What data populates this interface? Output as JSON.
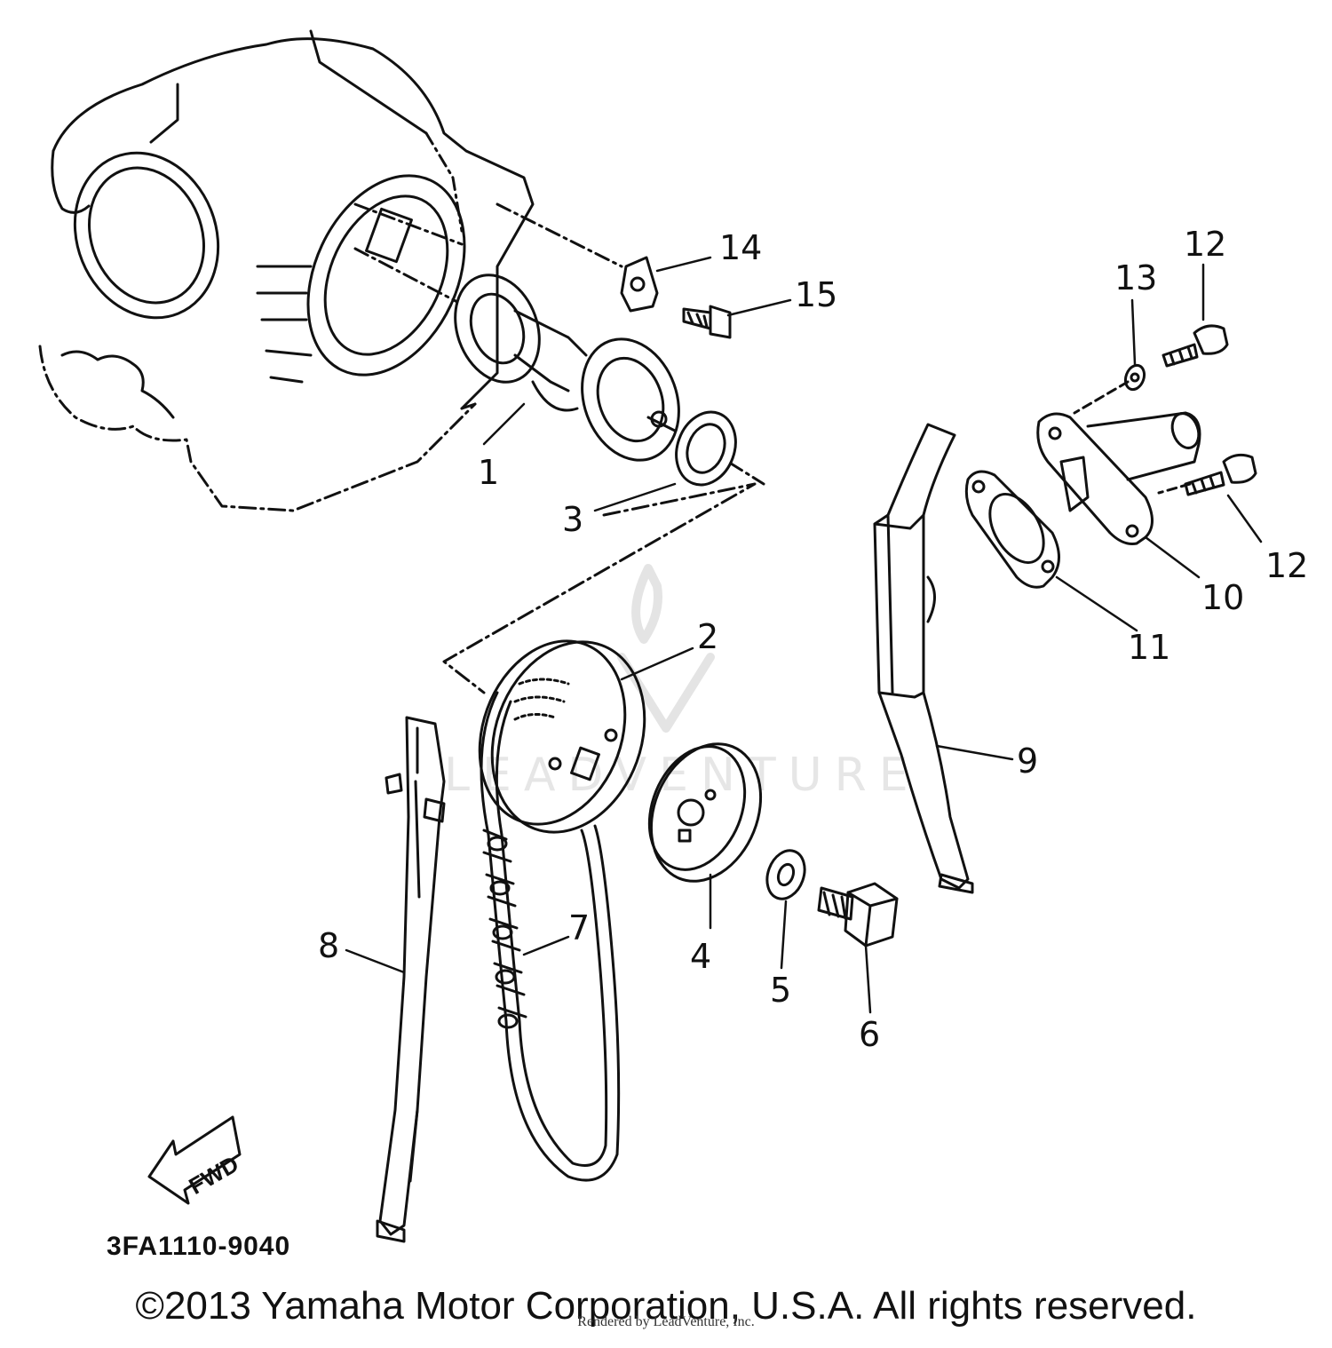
{
  "diagram_code": "3FA1110-9040",
  "fwd_label": "FWD",
  "copyright": "©2013 Yamaha Motor Corporation, U.S.A. All rights reserved.",
  "rendered_by": "Rendered by LeadVenture, Inc.",
  "watermark_text": "LEADVENTURE",
  "callouts": [
    {
      "id": "1",
      "label": "1"
    },
    {
      "id": "2",
      "label": "2"
    },
    {
      "id": "3",
      "label": "3"
    },
    {
      "id": "4",
      "label": "4"
    },
    {
      "id": "5",
      "label": "5"
    },
    {
      "id": "6",
      "label": "6"
    },
    {
      "id": "7",
      "label": "7"
    },
    {
      "id": "8",
      "label": "8"
    },
    {
      "id": "9",
      "label": "9"
    },
    {
      "id": "10",
      "label": "10"
    },
    {
      "id": "11",
      "label": "11"
    },
    {
      "id": "12a",
      "label": "12"
    },
    {
      "id": "12b",
      "label": "12"
    },
    {
      "id": "13",
      "label": "13"
    },
    {
      "id": "14",
      "label": "14"
    },
    {
      "id": "15",
      "label": "15"
    }
  ]
}
